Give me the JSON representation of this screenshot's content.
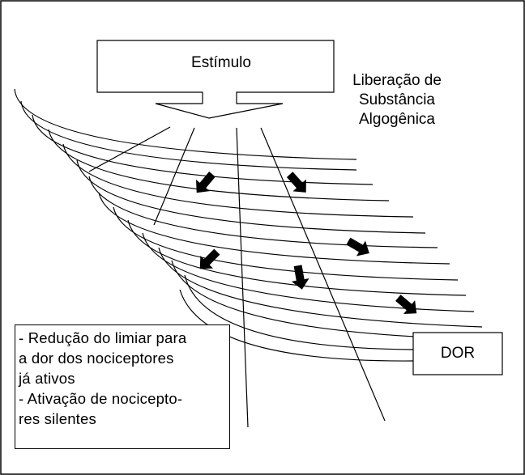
{
  "diagram": {
    "stimulus_label": "Estímulo",
    "substance_lines": [
      "Liberação de",
      "Substância",
      "Algogênica"
    ],
    "pain_label": "DOR",
    "note_lines": [
      "- Redução do limiar para",
      "a dor dos nociceptores",
      "já ativos",
      "- Ativação de nocicepto-",
      "res silentes"
    ],
    "arrow_icon": "block-arrow-icon",
    "line_color": "#000000",
    "background": "#ffffff"
  }
}
